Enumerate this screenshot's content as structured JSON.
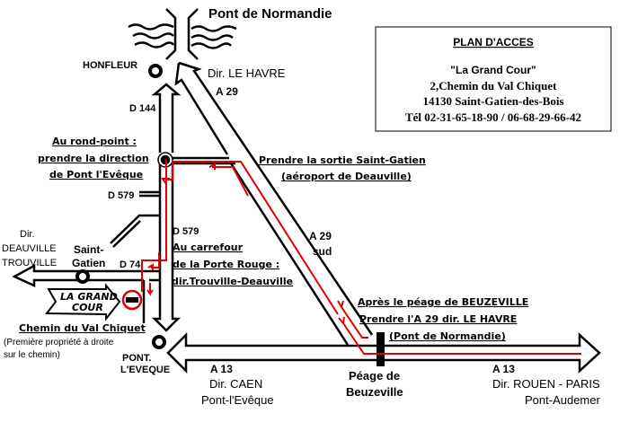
{
  "title_bridge": "Pont de Normandie",
  "towns": {
    "honfleur": "HONFLEUR",
    "saint_gatien_1": "Saint-",
    "saint_gatien_2": "Gatien",
    "pont_leveque_1": "PONT.",
    "pont_leveque_2": "L'EVEQUE"
  },
  "roads": {
    "d144": "D 144",
    "d579_a": "D 579",
    "d579_b": "D 579",
    "d74": "D 74",
    "a29_top": "A 29",
    "a29_sud_1": "A 29",
    "a29_sud_2": "sud",
    "a13_left": "A 13",
    "a13_right": "A 13"
  },
  "directions": {
    "le_havre": "Dir. LE HAVRE",
    "deauville_1": "Dir.",
    "deauville_2": "DEAUVILLE",
    "deauville_3": "TROUVILLE",
    "caen_1": "Dir. CAEN",
    "caen_2": "Pont-l'Evêque",
    "rouen_1": "Dir. ROUEN - PARIS",
    "rouen_2": "Pont-Audemer"
  },
  "instructions": {
    "rond_point": [
      "Au rond-point :",
      "prendre la direction",
      "de Pont l'Evêque"
    ],
    "sortie": [
      "Prendre la sortie Saint-Gatien",
      "(aéroport de Deauville)"
    ],
    "carrefour": [
      "Au carrefour",
      "de la Porte Rouge :",
      "dir.Trouville-Deauville"
    ],
    "peage_instr": [
      "Après le péage de BEUZEVILLE",
      "Prendre l'A 29 dir. LE HAVRE",
      "(Pont de Normandie)"
    ],
    "chemin": "Chemin du Val Chiquet",
    "chemin_note": [
      "(Première propriété à droite",
      "sur le chemin)"
    ]
  },
  "peage": [
    "Péage de",
    "Beuzeville"
  ],
  "sign": [
    "LA GRAND",
    "COUR"
  ],
  "info_box": {
    "title": "PLAN D'ACCES",
    "name": "\"La Grand Cour\"",
    "address1": "2,Chemin du Val Chiquet",
    "address2": "14130 Saint-Gatien-des-Bois",
    "phone": "Tél 02-31-65-18-90 / 06-68-29-66-42"
  },
  "colors": {
    "route": "#e00000",
    "ink": "#000000"
  }
}
